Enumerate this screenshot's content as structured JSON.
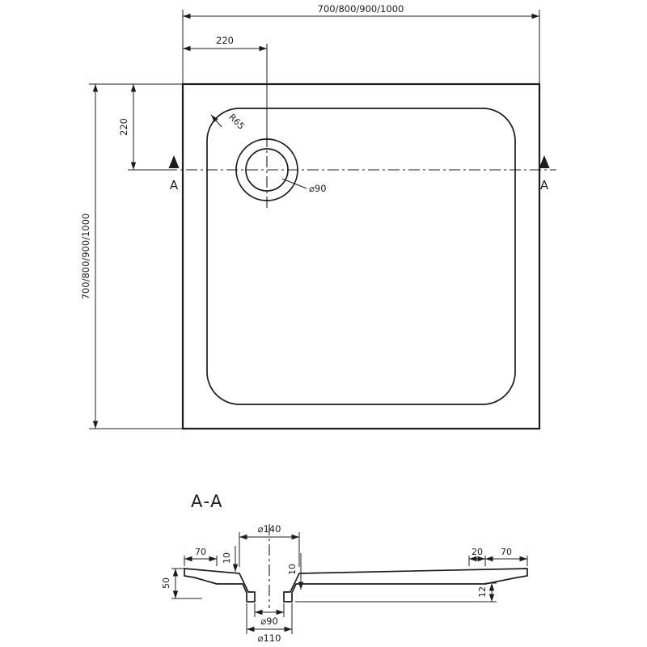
{
  "top": {
    "width_dim": "700/800/900/1000",
    "height_dim": "700/800/900/1000",
    "offset_x": "220",
    "offset_y": "220",
    "radius_label": "R65",
    "drain_label": "⌀90",
    "section_letter": "A"
  },
  "section": {
    "title": "A-A",
    "recess_dia": "⌀140",
    "rim_left": "70",
    "depth_left": "10",
    "depth_right": "10",
    "step": "20",
    "rim_right": "70",
    "height": "50",
    "drain_depth": "12",
    "hole_dia": "⌀90",
    "flange_dia": "⌀110"
  },
  "colors": {
    "line": "#1c1c1c",
    "background": "#ffffff"
  }
}
